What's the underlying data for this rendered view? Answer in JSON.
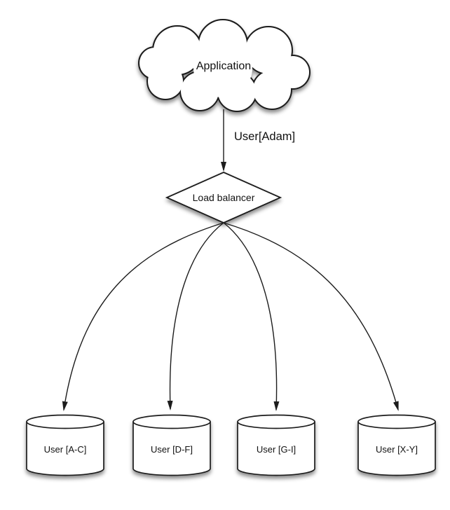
{
  "diagram": {
    "application": {
      "label": "Application"
    },
    "request_edge": {
      "label": "User[Adam]"
    },
    "load_balancer": {
      "label": "Load balancer"
    },
    "shards": [
      {
        "label": "User [A-C]"
      },
      {
        "label": "User [D-F]"
      },
      {
        "label": "User [G-I]"
      },
      {
        "label": "User [X-Y]"
      }
    ],
    "colors": {
      "background": "#ffffff",
      "shape_fill": "#ffffff",
      "stroke": "#1c1c1c",
      "text": "#111111",
      "shadow": "rgba(0,0,0,0.45)"
    }
  }
}
